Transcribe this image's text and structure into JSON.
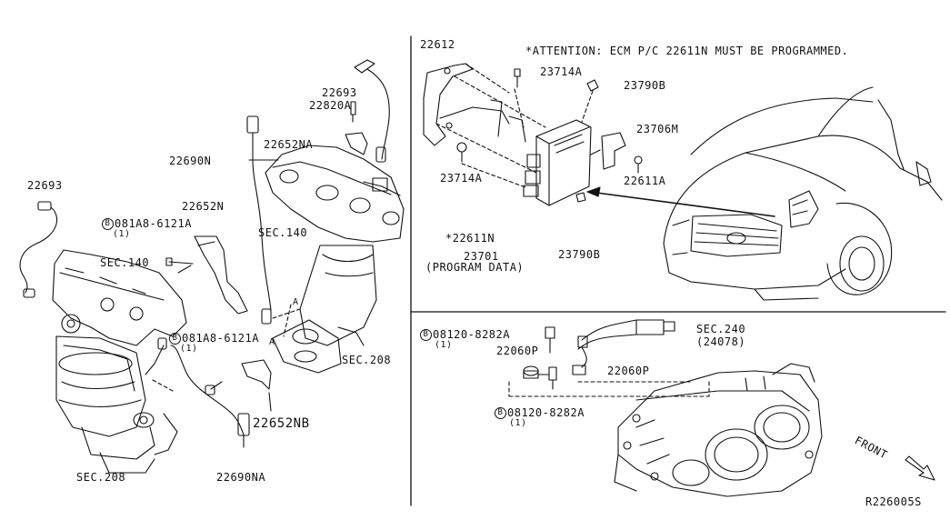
{
  "attention_note": "*ATTENTION: ECM P/C 22611N MUST BE PROGRAMMED.",
  "figure_code": "R226005S",
  "front_label": "FRONT",
  "bolt_symbol": "B",
  "left_panel": {
    "labels": {
      "p22693_left": "22693",
      "p22693_right": "22693",
      "p22820A": "22820A",
      "p22652NA": "22652NA",
      "p22690N": "22690N",
      "p22652N": "22652N",
      "bolt_081A8_top": "081A8-6121A",
      "bolt_081A8_top_qty": "(1)",
      "bolt_081A8_bottom": "081A8-6121A",
      "bolt_081A8_bottom_qty": "(1)",
      "sec140_left": "SEC.140",
      "sec140_right": "SEC.140",
      "sec208_right": "SEC.208",
      "sec208_bottom": "SEC.208",
      "p22652NB": "22652NB",
      "p22690NA": "22690NA",
      "marker_a_1": "A",
      "marker_a_2": "A"
    }
  },
  "ecm_panel": {
    "labels": {
      "p22612": "22612",
      "p23714A_top": "23714A",
      "p23790B_top": "23790B",
      "p23706M": "23706M",
      "p23714A_left": "23714A",
      "p22611A": "22611A",
      "p22611N": "*22611N",
      "p23701": "23701",
      "program_data": "(PROGRAM DATA)",
      "p23790B_bottom": "23790B"
    }
  },
  "engine_panel": {
    "labels": {
      "bolt_08120_top": "08120-8282A",
      "bolt_08120_top_qty": "(1)",
      "p22060P_left": "22060P",
      "p22060P_right": "22060P",
      "sec240": "SEC.240",
      "sec240_ref": "(24078)",
      "bolt_08120_bottom": "08120-8282A",
      "bolt_08120_bottom_qty": "(1)"
    }
  }
}
